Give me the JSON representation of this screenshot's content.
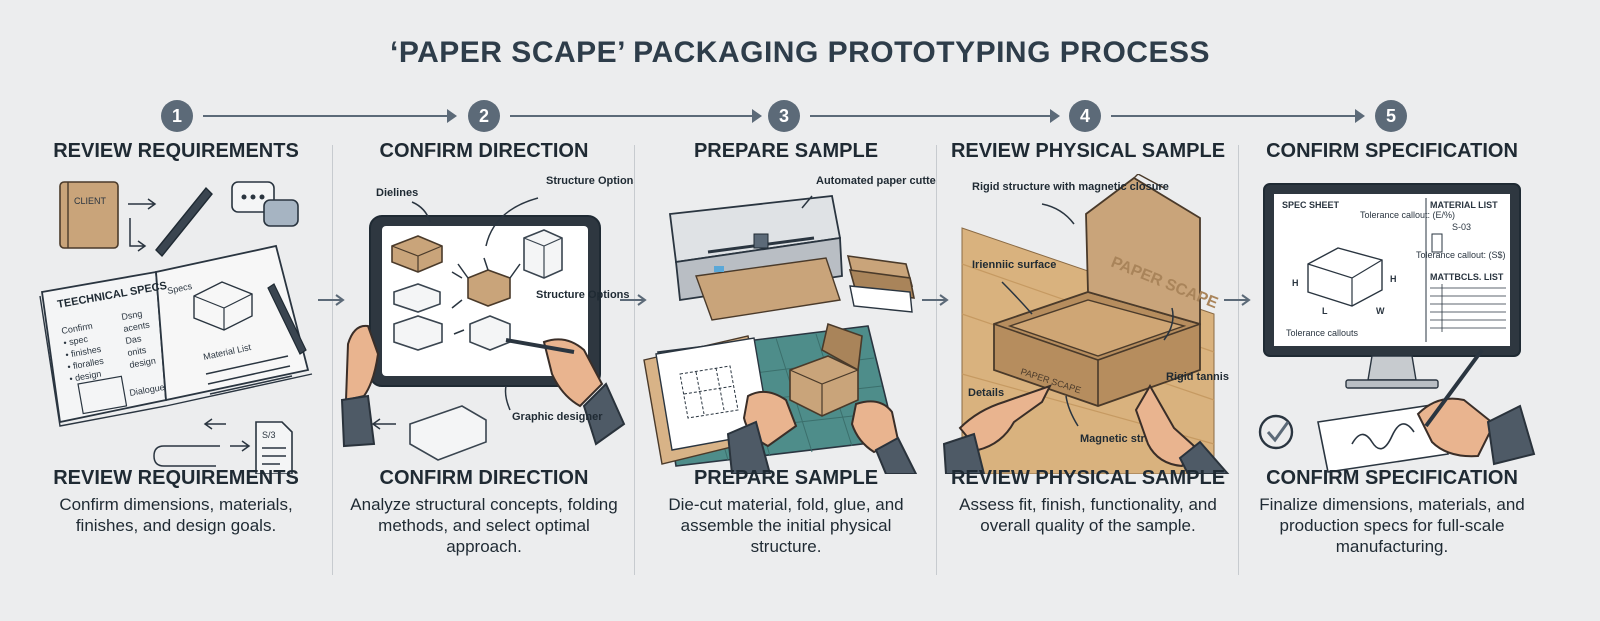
{
  "title": "‘PAPER SCAPE’ PACKAGING PROTOTYPING PROCESS",
  "steps": [
    {
      "number": "1",
      "heading": "REVIEW REQUIREMENTS",
      "subheading": "REVIEW REQUIREMENTS",
      "description": "Confirm dimensions, materials, finishes, and design goals.",
      "labels": {
        "client": "CLIENT",
        "tech_specs": "TEECHNICAL SPECS",
        "specs": "Specs",
        "material_list": "Material List",
        "dialogue": "Dialogue",
        "doc": "S/3",
        "notes": [
          "Confirm",
          "• spec",
          "• finishes",
          "• floralles",
          "• design"
        ],
        "notes2": [
          "Dsng",
          "acents",
          "Das",
          "onits",
          "design"
        ]
      }
    },
    {
      "number": "2",
      "heading": "CONFIRM DIRECTION",
      "subheading": "CONFIRM DIRECTION",
      "description": "Analyze structural concepts, folding methods, and select optimal approach.",
      "labels": {
        "dielines": "Dielines",
        "structure_options_1": "Structure Options",
        "structure_options_2": "Structure Options",
        "graphic_designer": "Graphic designer"
      }
    },
    {
      "number": "3",
      "heading": "PREPARE SAMPLE",
      "subheading": "PREPARE SAMPLE",
      "description": "Die-cut material, fold, glue, and assemble the initial physical structure.",
      "labels": {
        "cutter": "Automated paper cutter"
      }
    },
    {
      "number": "4",
      "heading": "REVIEW PHYSICAL SAMPLE",
      "subheading": "REVIEW PHYSICAL SAMPLE",
      "description": "Assess fit, finish, functionality, and overall quality of the sample.",
      "labels": {
        "rigid_closure": "Rigid structure with magnetic closure",
        "inner_surface": "Irienniic surface",
        "details": "Details",
        "rigid_tannis": "Rigid tannis",
        "magnetic_structure": "Magnetic structure",
        "brand_lid": "PAPER SCAPE",
        "brand_front": "PAPER SCAPE"
      }
    },
    {
      "number": "5",
      "heading": "CONFIRM SPECIFICATION",
      "subheading": "CONFIRM SPECIFICATION",
      "description": "Finalize dimensions, materials, and production specs for full-scale manufacturing.",
      "labels": {
        "spec_sheet": "SPEC SHEET",
        "tolerance_1": "Tolerance callout: (E/%)",
        "tolerance_2": "Tolerance callout: (S$)",
        "tolerance_3": "Tolerance callouts",
        "material_list": "MATERIAL LIST",
        "materials_list": "MATTBCLS. LIST",
        "s03": "S-03",
        "dim_h": "H",
        "dim_l": "L",
        "dim_w": "W"
      }
    }
  ],
  "colors": {
    "background": "#ecedee",
    "step_circle": "#5c6a78",
    "kraft": "#c9a47a",
    "heading": "#1f2a33"
  }
}
